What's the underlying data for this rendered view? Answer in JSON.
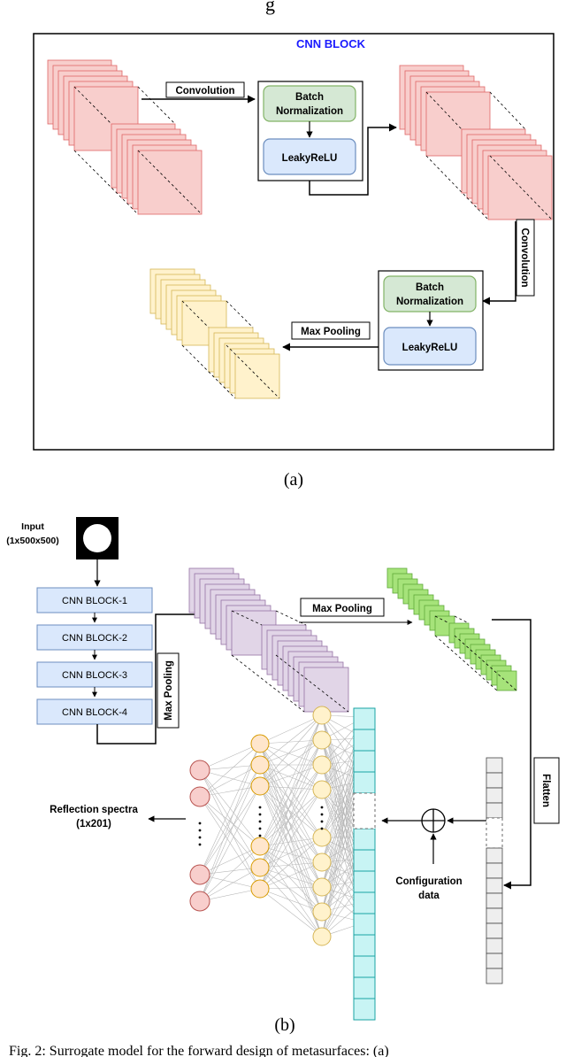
{
  "top_caption_fragment": "g",
  "panel_a": {
    "title": "CNN BLOCK",
    "conv1_label": "Convolution",
    "conv2_label": "Convolution",
    "bn1_label_line1": "Batch",
    "bn1_label_line2": "Normalization",
    "relu1_label": "LeakyReLU",
    "bn2_label_line1": "Batch",
    "bn2_label_line2": "Normalization",
    "relu2_label": "LeakyReLU",
    "maxpool_label": "Max Pooling",
    "caption": "(a)"
  },
  "panel_b": {
    "input_label_line1": "Input",
    "input_label_line2": "(1x500x500)",
    "blocks": [
      "CNN BLOCK-1",
      "CNN BLOCK-2",
      "CNN BLOCK-3",
      "CNN BLOCK-4"
    ],
    "maxpool_vertical_label": "Max Pooling",
    "maxpool_label": "Max Pooling",
    "flatten_label": "Flatten",
    "output_label_line1": "Reflection spectra",
    "output_label_line2": "(1x201)",
    "config_label_line1": "Configuration",
    "config_label_line2": "data",
    "caption": "(b)"
  },
  "bottom_caption_fragment": "Fig. 2: Surrogate model for the forward design of metasurfaces: (a)",
  "colors": {
    "red_fill": "#f8cecc",
    "red_stroke": "#e06666",
    "yellow_fill": "#fff2cc",
    "yellow_stroke": "#d6b656",
    "purple_fill": "#e1d5e7",
    "purple_stroke": "#9673a6",
    "green_fill": "#a6e37a",
    "green_stroke": "#5fa83a",
    "bn_fill": "#d5e8d4",
    "bn_stroke": "#82b366",
    "relu_fill": "#dae8fc",
    "relu_stroke": "#6c8ebf",
    "title_blue": "#1a1aff",
    "cyan_fill": "#c8f4f4",
    "cyan_stroke": "#1aa3a3",
    "node_red": "#f8cecc",
    "node_orange": "#ffe6cc",
    "node_yellow": "#fff2cc"
  }
}
